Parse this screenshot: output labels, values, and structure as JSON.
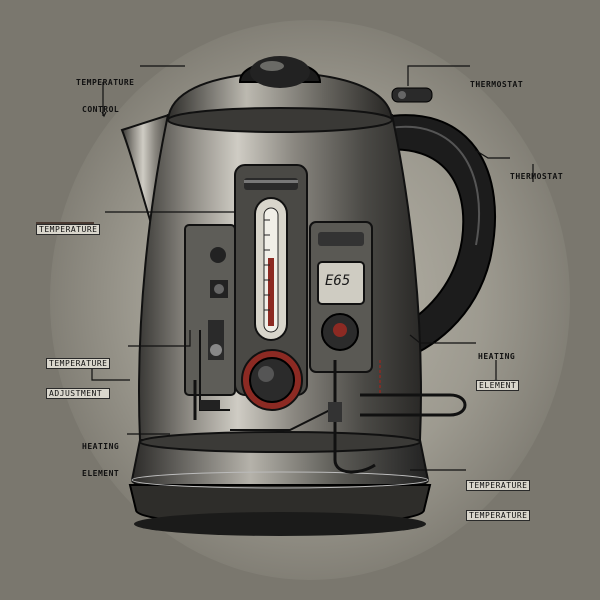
{
  "labels": {
    "top_left": [
      "TEMPERATURE",
      "CONTROL"
    ],
    "top_right": "THERMOSTAT",
    "right_upper": "THERMOSTAT",
    "left_upper": "TEMPERATURE",
    "left_middle": [
      "TEMPERATURE",
      "ADJUSTMENT"
    ],
    "right_middle": [
      "HEATING",
      "ELEMENT"
    ],
    "left_lower": [
      "HEATING",
      "ELEMENT"
    ],
    "right_lower": [
      "TEMPERATURE",
      "TEMPERATURE"
    ]
  },
  "display_readout": "E65",
  "colors": {
    "background": "#7a776e",
    "body_metal": "#8e8b84",
    "dark": "#1c1c1c",
    "accent_red": "#8c2a23"
  },
  "icons": [
    "kettle-illustration",
    "thermometer-icon",
    "dial-knob-icon",
    "digital-display-icon"
  ]
}
